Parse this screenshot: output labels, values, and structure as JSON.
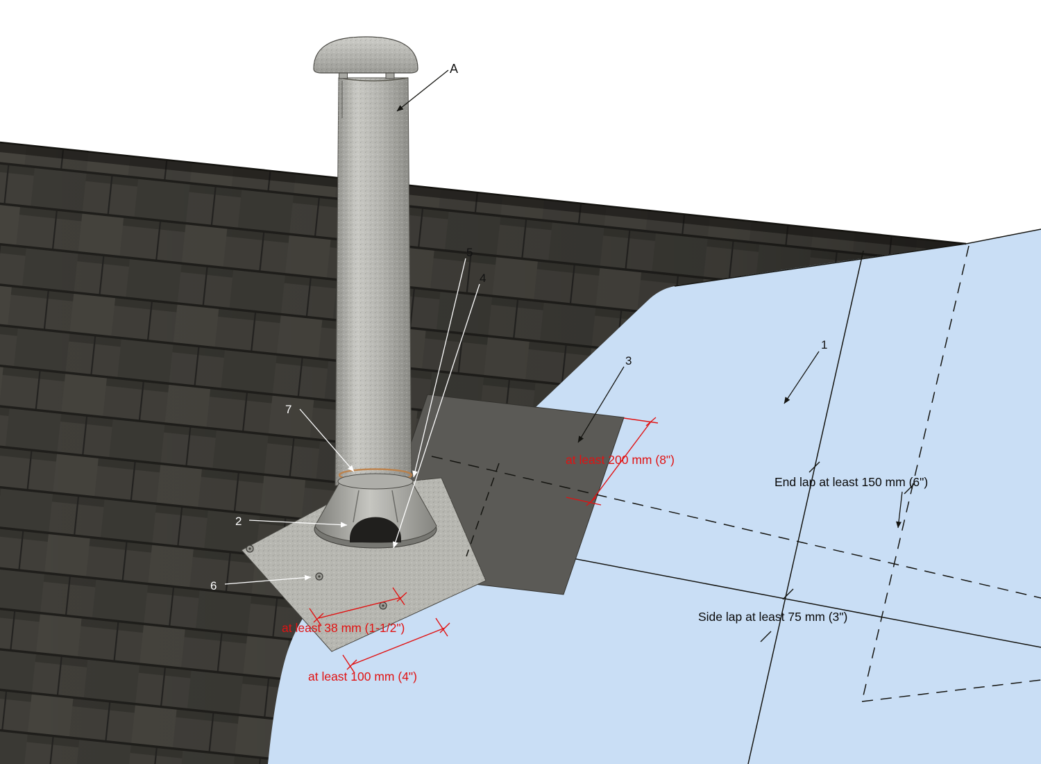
{
  "diagram": {
    "callouts": {
      "a": "A",
      "n1": "1",
      "n2": "2",
      "n3": "3",
      "n4": "4",
      "n5": "5",
      "n6": "6",
      "n7": "7"
    },
    "dimensions": {
      "min_200": "at least 200 mm (8\")",
      "min_38": "at least 38 mm (1-1/2\")",
      "min_100": "at least 100 mm (4\")"
    },
    "notes": {
      "end_lap": "End lap at least 150 mm (6\")",
      "side_lap": "Side lap at least 75 mm (3\")"
    },
    "colors": {
      "underlayment": "#c9def5",
      "dimension_red": "#e11212",
      "roof_shingles": "#403e39",
      "flashing_sheet": "#5b5a56",
      "base_plate": "#b7b7b1",
      "pipe_metal": "#b4b4af"
    }
  }
}
